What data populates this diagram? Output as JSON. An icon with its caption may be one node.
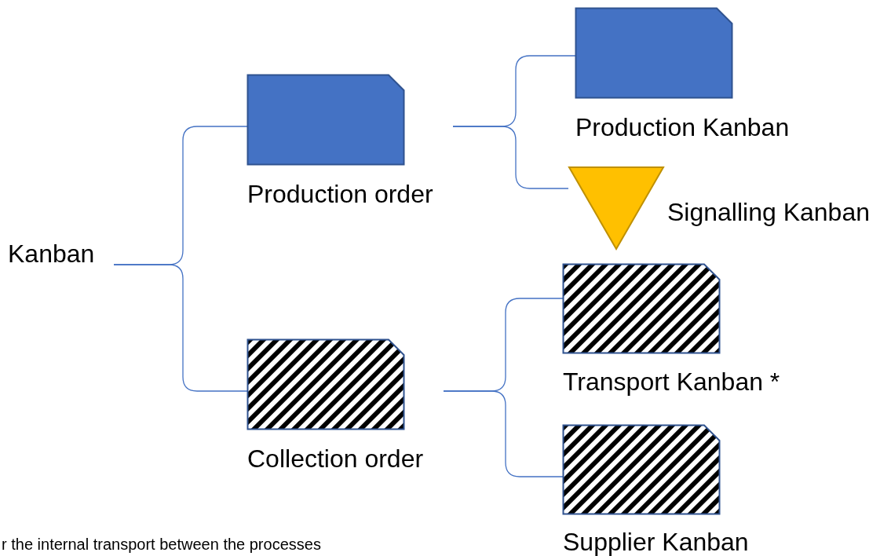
{
  "diagram": {
    "nodes": [
      {
        "text": [
          "Kanban"
        ]
      },
      {
        "text": [
          "Production order"
        ]
      },
      {
        "text": [
          "Collection order"
        ]
      },
      {
        "text": [
          "Production Kanban"
        ]
      },
      {
        "text": [
          "Signalling Kanban"
        ]
      },
      {
        "text": [
          "Transport Kanban *"
        ]
      },
      {
        "text": [
          "Supplier Kanban"
        ]
      }
    ],
    "edges": [
      {
        "from": 0,
        "to": 1,
        "arrow": "none"
      },
      {
        "from": 0,
        "to": 2,
        "arrow": "none"
      },
      {
        "from": 1,
        "to": 3,
        "arrow": "none"
      },
      {
        "from": 1,
        "to": 4,
        "arrow": "none"
      },
      {
        "from": 2,
        "to": 5,
        "arrow": "none"
      },
      {
        "from": 2,
        "to": 6,
        "arrow": "none"
      }
    ],
    "labels": [
      "r the internal transport between the processes"
    ]
  }
}
